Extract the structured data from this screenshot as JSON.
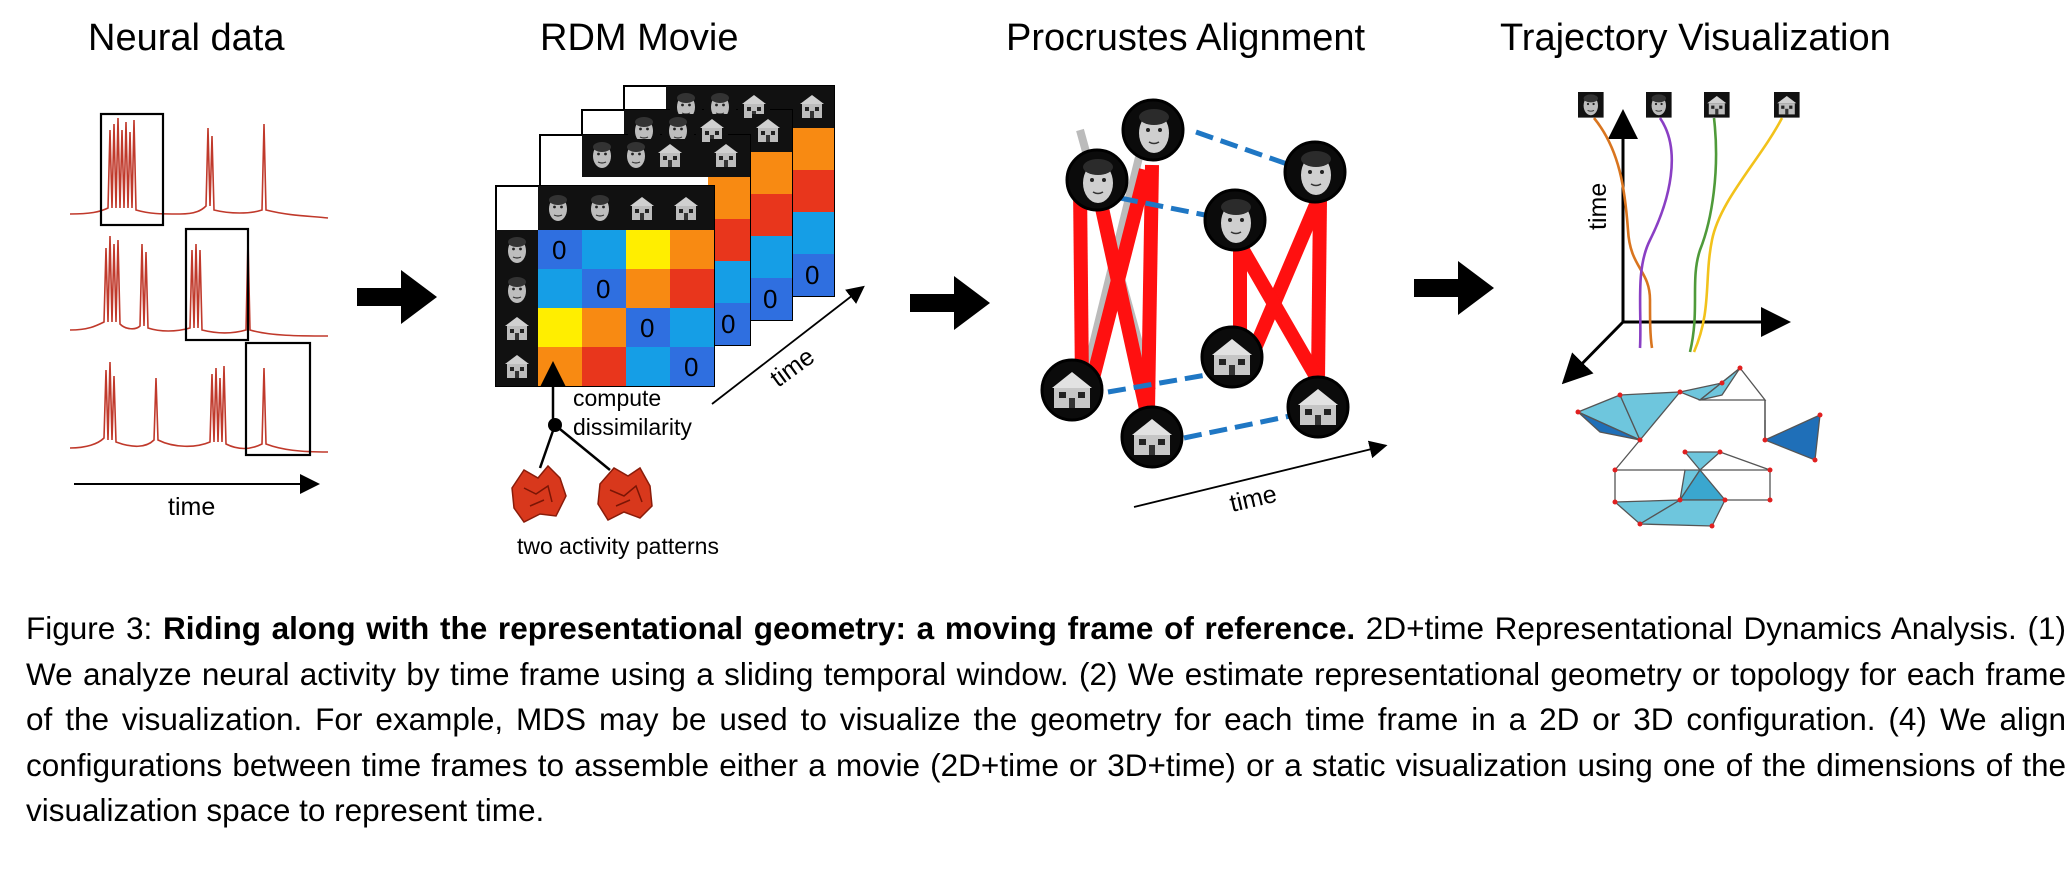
{
  "panels": {
    "neural": {
      "title": "Neural data",
      "axis_label": "time"
    },
    "rdm": {
      "title": "RDM Movie",
      "diagonal_value": "0",
      "compute_label_line1": "compute",
      "compute_label_line2": "dissimilarity",
      "patterns_label": "two activity patterns",
      "time_label": "time"
    },
    "procrustes": {
      "title": "Procrustes Alignment",
      "time_label": "time"
    },
    "trajectory": {
      "title": "Trajectory Visualization",
      "axis_label": "time"
    }
  },
  "colors": {
    "spike_trace": "#c0392b",
    "rdm_blue": "#2f6fe0",
    "rdm_lightblue": "#159ee6",
    "rdm_yellow": "#ffee00",
    "rdm_orange": "#f88a12",
    "rdm_red": "#e8361c",
    "procrustes_link": "#ff1010",
    "procrustes_dash": "#1f77c4",
    "trajectory_orange": "#d9751f",
    "trajectory_purple": "#8a3fc4",
    "trajectory_green": "#4f9a3a",
    "trajectory_yellow": "#f2c21b",
    "topology_fill": "#6ec6dd",
    "topology_dark": "#1f6fb8"
  },
  "icons": [
    "face-thumbnail-icon",
    "house-thumbnail-icon",
    "right-arrow-icon",
    "activity-pattern-icon"
  ],
  "caption": {
    "label": "Figure 3:",
    "bold_title": "Riding along with the representational geometry: a moving frame of reference.",
    "body": "2D+time Representational Dynamics Analysis. (1) We analyze neural activity by time frame using a sliding temporal window. (2) We estimate representational geometry or topology for each frame of the visualization. For example, MDS may be used to visualize the geometry for each time frame in a 2D or 3D configuration. (4) We align configurations between time frames to assemble either a movie (2D+time or 3D+time) or a static visualization using one of the dimensions of the visualization space to represent time."
  }
}
